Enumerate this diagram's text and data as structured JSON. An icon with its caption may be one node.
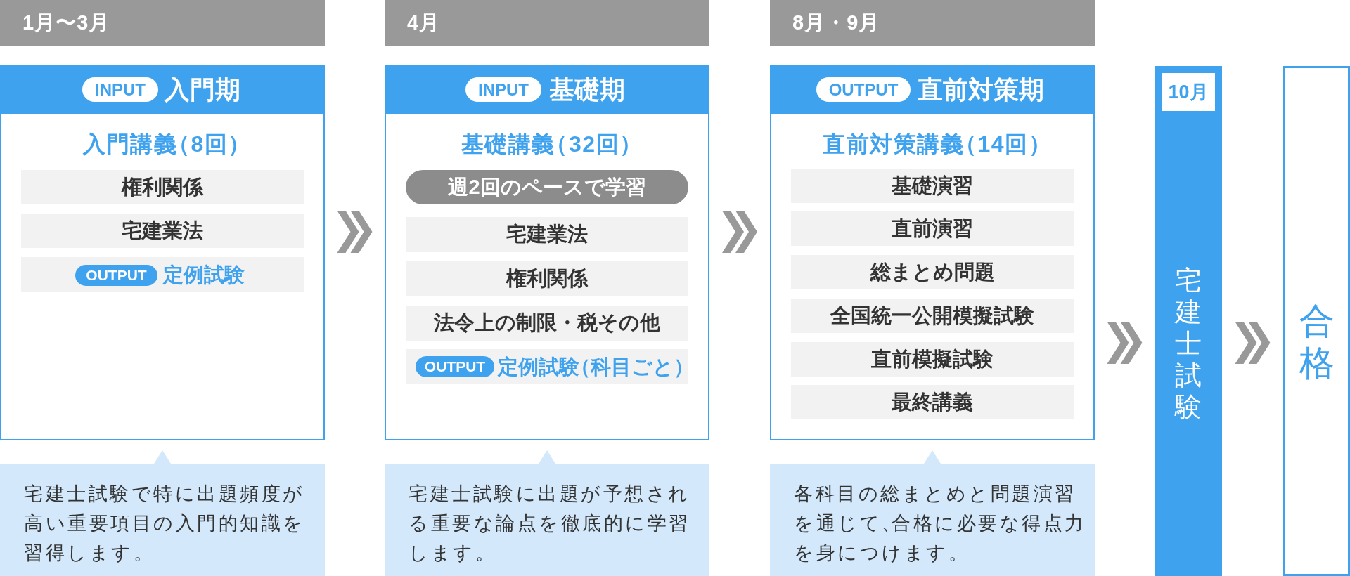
{
  "diagram": {
    "nodes": [
      {
        "text": [
          "1月〜3月"
        ]
      },
      {
        "text": [
          "入門講義（8回）"
        ]
      },
      {
        "text": [
          "入門期"
        ],
        "in": 1
      },
      {
        "text": [
          "INPUT"
        ],
        "in": 2
      },
      {
        "text": [
          "権利関係"
        ],
        "in": 1
      },
      {
        "text": [
          "宅建業法"
        ],
        "in": 1
      },
      {
        "text": [
          "定例試験"
        ],
        "in": 1
      },
      {
        "text": [
          "OUTPUT"
        ],
        "in": 6
      },
      {
        "text": [
          "宅建士試験で特に出題頻度が高い重要項目の入門的知識を習得します。"
        ]
      },
      {
        "text": [
          "4月"
        ]
      },
      {
        "text": [
          "基礎講義（32回）"
        ]
      },
      {
        "text": [
          "基礎期"
        ],
        "in": 10
      },
      {
        "text": [
          "INPUT"
        ],
        "in": 11
      },
      {
        "text": [
          "週2回のペースで学習"
        ],
        "in": 10
      },
      {
        "text": [
          "宅建業法"
        ],
        "in": 10
      },
      {
        "text": [
          "権利関係"
        ],
        "in": 10
      },
      {
        "text": [
          "法令上の制限・税その他"
        ],
        "in": 10
      },
      {
        "text": [
          "定例試験（科目ごと）"
        ],
        "in": 10
      },
      {
        "text": [
          "OUTPUT"
        ],
        "in": 17
      },
      {
        "text": [
          "宅建士試験に出題が予想される重要な論点を徹底的に学習します。"
        ]
      },
      {
        "text": [
          "8月・9月"
        ]
      },
      {
        "text": [
          "直前対策講義（14回）"
        ]
      },
      {
        "text": [
          "直前対策期"
        ],
        "in": 21
      },
      {
        "text": [
          "OUTPUT"
        ],
        "in": 22
      },
      {
        "text": [
          "基礎演習"
        ],
        "in": 21
      },
      {
        "text": [
          "直前演習"
        ],
        "in": 21
      },
      {
        "text": [
          "総まとめ問題"
        ],
        "in": 21
      },
      {
        "text": [
          "全国統一公開模擬試験"
        ],
        "in": 21
      },
      {
        "text": [
          "直前模擬試験"
        ],
        "in": 21
      },
      {
        "text": [
          "最終講義"
        ],
        "in": 21
      },
      {
        "text": [
          "各科目の総まとめと問題演習を通じて、合格に必要な得点力を身につけます。"
        ]
      },
      {
        "text": [
          "宅建士試験"
        ]
      },
      {
        "text": [
          "10月"
        ],
        "in": 31
      },
      {
        "text": [
          "合格"
        ]
      }
    ],
    "edges": [
      {
        "from": 1,
        "to": 10,
        "arrow": "to"
      },
      {
        "from": 10,
        "to": 21,
        "arrow": "to"
      },
      {
        "from": 21,
        "to": 31,
        "arrow": "to"
      },
      {
        "from": 31,
        "to": 33,
        "arrow": "to"
      }
    ]
  }
}
